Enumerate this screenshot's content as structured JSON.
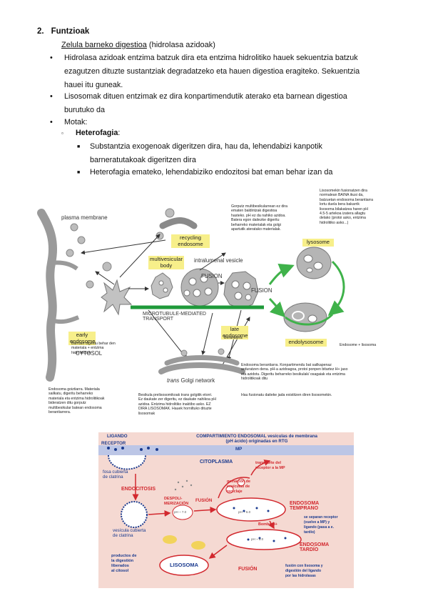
{
  "section": {
    "number": "2.",
    "title": "Funtzioak",
    "subheading_underlined": "Zelula barneko digestioa",
    "subheading_rest": " (hidrolasa azidoak)"
  },
  "bullets": [
    {
      "lines": [
        "Hidrolasa azidoak entzima batzuk dira eta entzima hidrolitiko hauek sekuentzia batzuk",
        "ezagutzen dituzte sustantziak degradatzeko eta hauen digestioa eragiteko. Sekuentzia",
        "hauei itu guneak."
      ]
    },
    {
      "lines": [
        "Lisosomak dituen entzimak ez dira konpartimendutik aterako eta barnean digestioa",
        "burutuko da"
      ]
    },
    {
      "lines": [
        "Motak:"
      ]
    }
  ],
  "heterofagia": {
    "label": "Heterofagia",
    "suffix": ":"
  },
  "sub_bullets": [
    {
      "lines": [
        "Substantzia exogenoak digeritzen dira, hau da, lehendabizi kanpotik",
        "barneratutakoak digeritzen dira"
      ]
    },
    {
      "lines": [
        "Heterofagia emateko, lehendabiziko endozitosi bat eman behar izan da"
      ]
    }
  ],
  "figure1": {
    "labels": {
      "plasma_membrane": "plasma membrane",
      "recycling_endosome": "recycling endosome",
      "multivesicular_body": "multivesicular body",
      "intralumenal_vesicle": "intralumenal vesicle",
      "fusion1": "FUSION",
      "fusion2": "FUSION",
      "microtubule_line1": "MICROTUBULE-MEDIATED",
      "microtubule_line2": "TRANSPORT",
      "early_endosome": "early endosome",
      "late_endosome": "late endosome",
      "lysosome": "lysosome",
      "endolysosome": "endolysosome",
      "endo_plus_lyso": "Endosome + lisosoma",
      "cytosol": "CYTOSOL",
      "trans_golgi_italic": "trans",
      "trans_golgi_rest": " Golgi network",
      "berantiarra": "Berantiarra"
    },
    "annotations": {
      "top_middle": [
        "Gorputz multibesikularrean ez dira",
        "ematen baldintzak digestioa",
        "hasteko. pH ez da nahiko azidoa.",
        "Batera egon daitezke digeritu",
        "beharreko materialak eta golgi",
        "apartutik ateratako materialak."
      ],
      "top_right": [
        "Lisosomekin fusionatzen dira",
        "normalean BAINA ikusi da,",
        "batzuetan endosoma berantiarra",
        "lortu duela bera bakarrik",
        "lisosoma bilakatzea haren pH",
        "4.5-5 artekoa izatera allagtu",
        "delako (protoi asko, entzima",
        "hidrolitiko asko...)"
      ],
      "early_note": [
        "Barruan digeritu behar den",
        "materiala + entzima",
        "hidrolitikoak"
      ],
      "late_note": [
        "Endosoma berantiarra. Konpartimendu bat sailkapenaz",
        "arduratzen dena. pH-a azidoagoa, protoi ponpen bitartez H+ jaso",
        "eta azidotu. Digeritu beharreko besikulak/ osagaiak eta entzima",
        "hidrolitikoak ditu"
      ],
      "fusion_note": [
        "Hau fusionatu daiteke jada existitzen diren lisosomekin."
      ],
      "bottom_left": [
        "Endosoma goiztiarra. Materiala",
        "sailkatu, digeritu beharreko",
        "materiala eta entzima hidrolitikoak",
        "bideratzen ditu gorputz",
        "multibesikular batean endosoma",
        "berantiarrera."
      ],
      "bottom_middle": [
        "Besikula prelisosomikoak trans golgitik etorri.",
        "Ez daukate zer digeritu, ez daukate nahikoa pH",
        "azidoa. Entzima hidrolitiko inaktibo asko. EZ",
        "DIRA LISOSOMAK. Hauek horniltuko dituzte",
        "lisosomak"
      ]
    }
  },
  "figure2": {
    "title_line1": "COMPARTIMIENTO ENDOSOMAL vesículas de membrana",
    "title_line2": "(pH ácido) originadas en RTG",
    "ligando": "LIGANDO",
    "receptor": "RECEPTOR",
    "mp": "MP",
    "citoplasma": "CITOPLASMA",
    "fosa_line1": "fosa cubierta",
    "fosa_line2": "de clatrina",
    "endocitosis": "ENDOCITOSIS",
    "despoli_line1": "DESPOLI-",
    "despoli_line2": "MERIZACIÓN",
    "transporte_line1": "transporte del",
    "transporte_line2": "receptor a la MP",
    "gemacion_line1": "gemación de",
    "gemacion_line2": "vesículas de",
    "gemacion_line3": "reciclaje",
    "fusion_top": "FUSIÓN",
    "fusion_bottom": "FUSIÓN",
    "vesicula_line1": "vesícula cubierta",
    "vesicula_line2": "de clatrina",
    "endosoma_temprano_line1": "ENDOSOMA",
    "endosoma_temprano_line2": "TEMPRANO",
    "bomba": "Bomba H+",
    "separan_line1": "se separan receptor",
    "separan_line2": "(vuelve a MP) y",
    "separan_line3": "ligando (pasa a e.",
    "separan_line4": "tardío)",
    "endosoma_tardio_line1": "ENDOSOMA",
    "endosoma_tardio_line2": "TARDÍO",
    "productos_line1": "productos de",
    "productos_line2": "la digestión",
    "productos_line3": "liberados",
    "productos_line4": "al citosol",
    "lisosoma": "LISOSOMA",
    "fusion_con_line1": "fusión con lisosoma y",
    "fusion_con_line2": "digestión del ligando",
    "fusion_con_line3": "por las hidrolasas",
    "ph1": "pH ~ 7.0",
    "ph2": "pH ~ 6.0",
    "ph3": "pH ~ 5.0"
  },
  "colors": {
    "yellow_label": "#f7ef8a",
    "membrane_gray": "#a8a8a8",
    "microtubule_green": "#1f9a3a",
    "arrow_green": "#3fb24a",
    "fig2_bg": "#f5d9d2",
    "fig2_band": "#bcc6e6",
    "fig2_red": "#d2282e",
    "fig2_blue": "#1b3b8f"
  }
}
